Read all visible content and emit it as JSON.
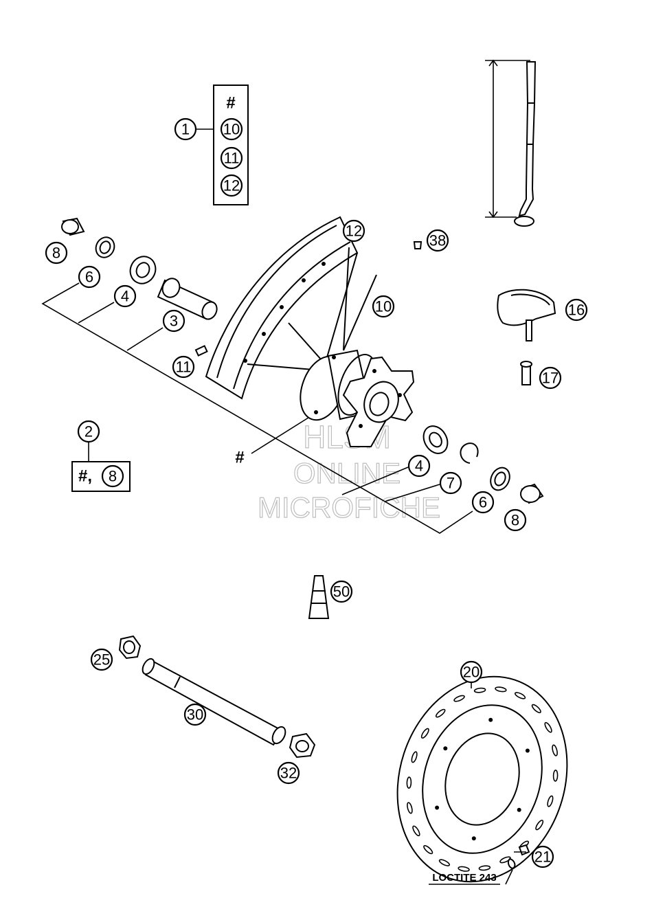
{
  "callouts": {
    "c1": "1",
    "c2": "2",
    "c3": "3",
    "c4a": "4",
    "c4b": "4",
    "c6a": "6",
    "c6b": "6",
    "c7": "7",
    "c8a": "8",
    "c8b": "8",
    "c10": "10",
    "c11": "11",
    "c12": "12",
    "c16": "16",
    "c17": "17",
    "c20": "20",
    "c21": "21",
    "c25": "25",
    "c30": "30",
    "c32": "32",
    "c38": "38",
    "c50": "50",
    "box1_10": "10",
    "box1_11": "11",
    "box1_12": "12",
    "box2_8": "8"
  },
  "symbols": {
    "box1_hash": "#",
    "box2_hash": "#,",
    "hub_hash": "#"
  },
  "note": {
    "loctite": "LOCTITE 243"
  },
  "watermark": {
    "line1": "HLSM",
    "line2": "ONLINE",
    "line3": "MICROFICHE"
  }
}
